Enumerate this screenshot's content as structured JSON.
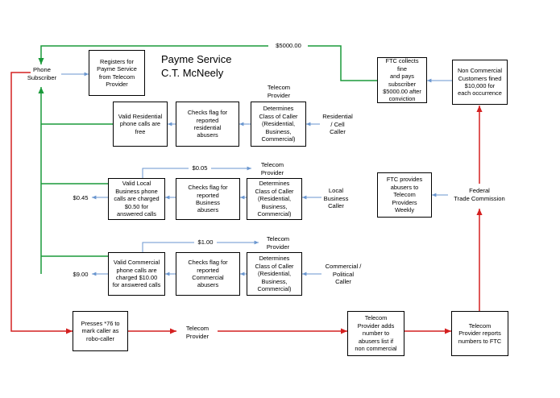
{
  "title": "Payme Service\nC.T. McNeely",
  "colors": {
    "green": "#1a9a3a",
    "red": "#d42020",
    "blue": "#6a96cf"
  },
  "labels": {
    "phone_subscriber": "Phone\nSubscriber",
    "amount_5000": "$5000.00",
    "amount_005": "$0.05",
    "amount_045": "$0.45",
    "amount_100": "$1.00",
    "amount_900": "$9.00",
    "telecom_provider_1": "Telecom\nProvider",
    "telecom_provider_2": "Telecom\nProvider",
    "telecom_provider_3": "Telecom\nProvider",
    "telecom_provider_4": "Telecom\nProvider",
    "residential_cell_caller": "Residential\n/ Cell\nCaller",
    "local_business_caller": "Local\nBusiness\nCaller",
    "commercial_political_caller": "Commercial /\nPolitical\nCaller",
    "ftc": "Federal\nTrade Commission"
  },
  "boxes": {
    "registers": "Registers for\nPayme Service\nfrom Telecom\nProvider",
    "valid_residential": "Valid Residential\nphone calls are\nfree",
    "checks_residential": "Checks flag for\nreported\nresidential\nabusers",
    "determines_1": "Determines\nClass of Caller\n(Residential,\nBusiness,\nCommercial)",
    "valid_local_business": "Valid Local\nBusiness phone\ncalls are charged\n$0.50 for\nanswered calls",
    "checks_business": "Checks flag for\nreported\nBusiness\nabusers",
    "determines_2": "Determines\nClass of Caller\n(Residential,\nBusiness,\nCommercial)",
    "valid_commercial": "Valid Commercial\nphone calls are\ncharged $10.00\nfor answered calls",
    "checks_commercial": "Checks flag for\nreported\nCommercial\nabusers",
    "determines_3": "Determines\nClass of Caller\n(Residential,\nBusiness,\nCommercial)",
    "ftc_collects": "FTC collects fine\nand pays\nsubscriber\n$5000.00 after\nconviction",
    "non_commercial_fined": "Non Commercial\nCustomers fined\n$10,000 for\neach occurrence",
    "ftc_provides": "FTC provides\nabusers to\nTelecom\nProviders\nWeekly",
    "presses_76": "Presses *76 to\nmark caller as\nrobo-caller",
    "provider_adds": "Telecom\nProvider adds\nnumber to\nabusers list if\nnon commercial",
    "provider_reports": "Telecom\nProvider reports\nnumbers to FTC"
  }
}
